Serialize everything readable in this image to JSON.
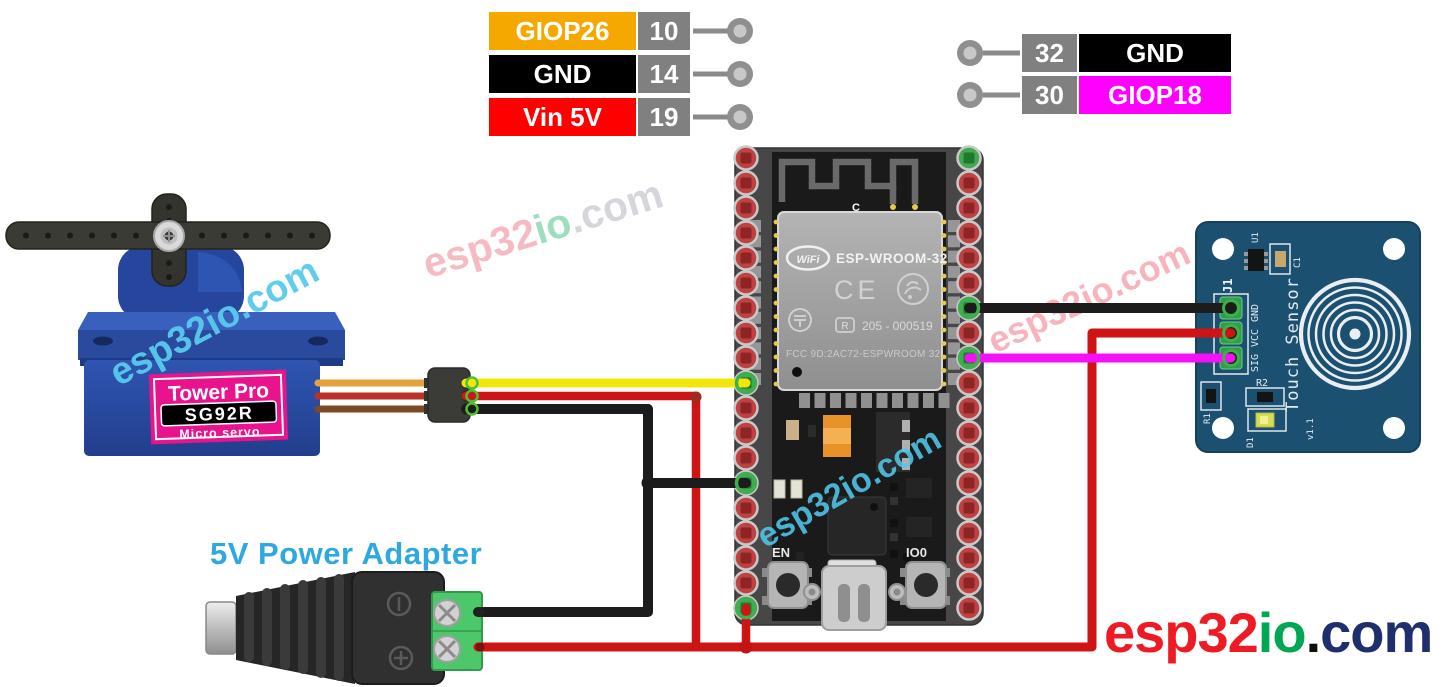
{
  "callouts": {
    "left_rows": [
      {
        "signal": "GIOP26",
        "pin": "10",
        "color": "#F5A800"
      },
      {
        "signal": "GND",
        "pin": "14",
        "color": "#000000"
      },
      {
        "signal": "Vin 5V",
        "pin": "19",
        "color": "#FF0000"
      }
    ],
    "right_rows": [
      {
        "pin": "32",
        "signal": "GND",
        "color": "#000000"
      },
      {
        "pin": "30",
        "signal": "GIOP18",
        "color": "#FF00FF"
      }
    ]
  },
  "servo": {
    "brand": "Tower Pro",
    "model": "SG92R",
    "subtitle": "Micro servo"
  },
  "power_adapter": {
    "label": "5V Power Adapter"
  },
  "esp32": {
    "antenna_label": "C",
    "wifi_logo": "WiFi",
    "module_name": "ESP-WROOM-32",
    "ce_mark": "CE",
    "r_mark": "R",
    "serial": "205 - 000519",
    "fcc_line": "FCC 9D:2AC72-ESPWROOM 32",
    "button_en": "EN",
    "button_io0": "IO0"
  },
  "touch_sensor": {
    "connector": "J1",
    "pin_labels": [
      "GND",
      "VCC",
      "SIG"
    ],
    "chip": "U1",
    "cap": "C1",
    "res2": "R2",
    "res1": "R1",
    "led": "D1",
    "title": "Touch Sensor",
    "version": "v1.1"
  },
  "branding": {
    "watermark": "esp32io.com",
    "logo_parts": {
      "primary": "esp32",
      "secondary": "io",
      "dot": ".",
      "tld": "com"
    }
  },
  "colors": {
    "signal_giop26": "#F5A800",
    "signal_gnd": "#000000",
    "signal_vin5v": "#FF0000",
    "signal_giop18": "#FF00FF",
    "pin_number_box": "#808080",
    "wire_yellow": "#F2E70A",
    "wire_red": "#CE1414",
    "wire_black": "#1C1C1C",
    "wire_magenta": "#F511F5",
    "wire_servo_orange": "#E2A33C",
    "wire_servo_red": "#B93227",
    "wire_servo_brown": "#7B4B26",
    "power_label_blue": "#2FA8E0",
    "logo_red": "#EE1B24",
    "logo_green": "#00A651",
    "logo_navy": "#1F2F6E",
    "watermark_cyan": "#5ACDEE",
    "servo_body_blue": "#2E52AC",
    "servo_label_pink": "#E8138D",
    "sensor_board_teal": "#1B5070",
    "terminal_green": "#4CC76A"
  },
  "wires": [
    {
      "color": "yellow"
    },
    {
      "color": "red"
    },
    {
      "color": "black"
    },
    {
      "color": "magenta"
    },
    {
      "color": "orange"
    },
    {
      "color": "brown"
    }
  ]
}
